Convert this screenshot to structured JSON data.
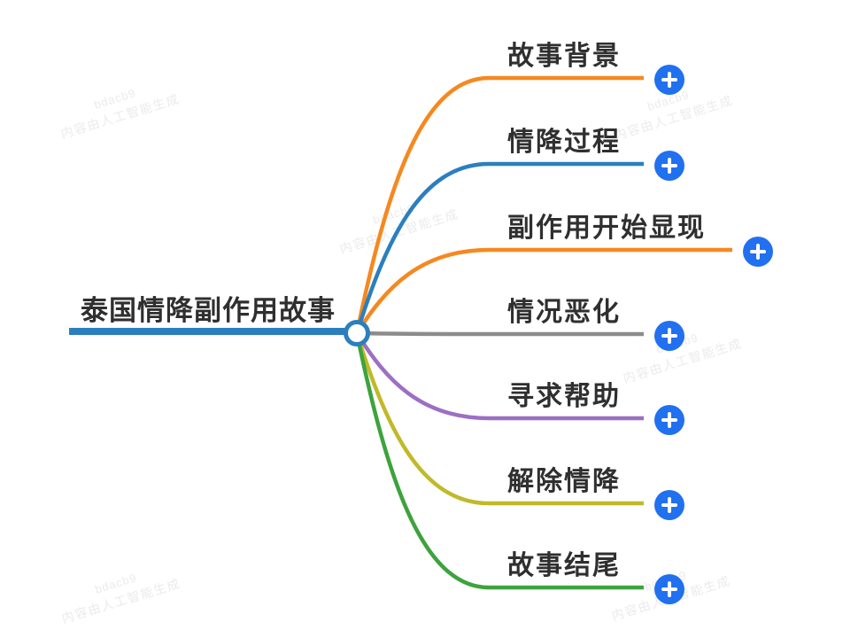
{
  "app": {
    "background": "#FFFFFF"
  },
  "root": {
    "label": "泰国情降副作用故事",
    "color": "#2B7FBF"
  },
  "branches": [
    {
      "label": "故事背景",
      "color": "#F6881F"
    },
    {
      "label": "情降过程",
      "color": "#2B7FBF"
    },
    {
      "label": "副作用开始显现",
      "color": "#F6881F"
    },
    {
      "label": "情况恶化",
      "color": "#8C8C8C"
    },
    {
      "label": "寻求帮助",
      "color": "#9D6FC3"
    },
    {
      "label": "解除情降",
      "color": "#C0BA2A"
    },
    {
      "label": "故事结尾",
      "color": "#3DA33D"
    }
  ],
  "expand_button": {
    "color": "#2170EF",
    "icon": "plus-icon"
  },
  "watermark": {
    "line1": "bdacb9",
    "line2": "内容由人工智能生成",
    "color": "#EBEBEB"
  },
  "text_color": "#2F2F2F"
}
